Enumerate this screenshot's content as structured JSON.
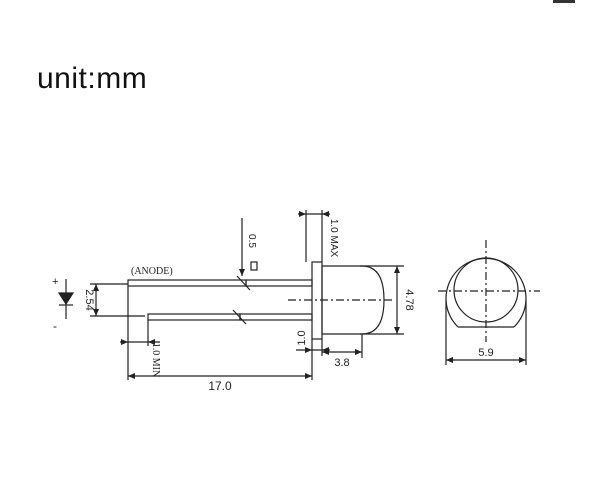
{
  "unit_label": "unit:mm",
  "labels": {
    "anode": "(ANODE)",
    "plus": "+",
    "minus": "-",
    "dim_254": "2.54",
    "dim_05": "0.5",
    "dim_10max": "1.0  MAX",
    "dim_478": "4.78",
    "dim_10": "1.0",
    "dim_38": "3.8",
    "dim_10min": "1.0 MIN",
    "dim_170": "17.0",
    "dim_59": "5.9"
  },
  "colors": {
    "line": "#222222",
    "background": "#ffffff"
  }
}
